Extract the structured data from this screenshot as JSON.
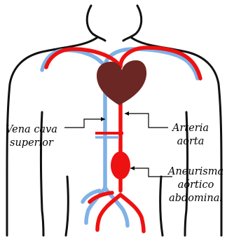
{
  "labels": {
    "vena_cava": {
      "line1": "Vena cava",
      "line2": "superior"
    },
    "aorta": {
      "line1": "Arteria",
      "line2": "aorta"
    },
    "aneurysm": {
      "line1": "Aneurisma",
      "line2": "aórtico",
      "line3": "abdominal"
    }
  },
  "colors": {
    "artery": "#ee1111",
    "vein": "#7fb2e6",
    "heart": "#6b2723",
    "outline": "#111111"
  }
}
